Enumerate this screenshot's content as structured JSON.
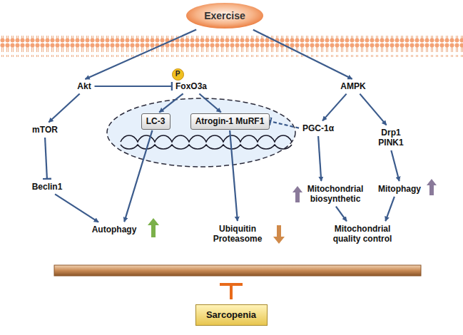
{
  "diagram": {
    "nodes": [
      {
        "text": [
          "Exercise"
        ]
      },
      {
        "text": [
          "P"
        ]
      },
      {
        "text": [
          "Akt"
        ]
      },
      {
        "text": [
          "FoxO3a"
        ]
      },
      {
        "text": [
          "AMPK"
        ]
      },
      {
        "text": [
          "mTOR"
        ]
      },
      {
        "text": [
          "Beclin1"
        ]
      },
      {
        "text": []
      },
      {
        "text": [
          "LC-3"
        ],
        "in": 7
      },
      {
        "text": [
          "Atrogin-1 MuRF1"
        ],
        "in": 7
      },
      {
        "text": [
          "PGC-1α"
        ]
      },
      {
        "text": [
          "Drp1 PINK1"
        ]
      },
      {
        "text": [
          "Mitochondrial biosynthetic"
        ]
      },
      {
        "text": [
          "Mitophagy"
        ]
      },
      {
        "text": [
          "Autophagy"
        ]
      },
      {
        "text": [
          "Ubiquitin Proteasome"
        ]
      },
      {
        "text": [
          "Mitochondrial quality control"
        ]
      },
      {
        "text": [
          "Sarcopenia"
        ]
      }
    ],
    "edges": [
      {
        "from": 0,
        "to": 2,
        "arrow": "to"
      },
      {
        "from": 0,
        "to": 4,
        "arrow": "to"
      },
      {
        "from": 2,
        "to": 3,
        "arrow": "to"
      },
      {
        "from": 2,
        "to": 5,
        "arrow": "to"
      },
      {
        "from": 5,
        "to": 6,
        "arrow": "to"
      },
      {
        "from": 6,
        "to": 14,
        "arrow": "to"
      },
      {
        "from": 3,
        "to": 8,
        "arrow": "to"
      },
      {
        "from": 3,
        "to": 9,
        "arrow": "to"
      },
      {
        "from": 8,
        "to": 14,
        "arrow": "to"
      },
      {
        "from": 9,
        "to": 15,
        "arrow": "to"
      },
      {
        "from": 4,
        "to": 10,
        "arrow": "to"
      },
      {
        "from": 4,
        "to": 11,
        "arrow": "to"
      },
      {
        "from": 10,
        "to": 9,
        "arrow": "to"
      },
      {
        "from": 10,
        "to": 12,
        "arrow": "to"
      },
      {
        "from": 11,
        "to": 13,
        "arrow": "to"
      },
      {
        "from": 12,
        "to": 16,
        "arrow": "to"
      },
      {
        "from": 13,
        "to": 16,
        "arrow": "to"
      }
    ]
  }
}
